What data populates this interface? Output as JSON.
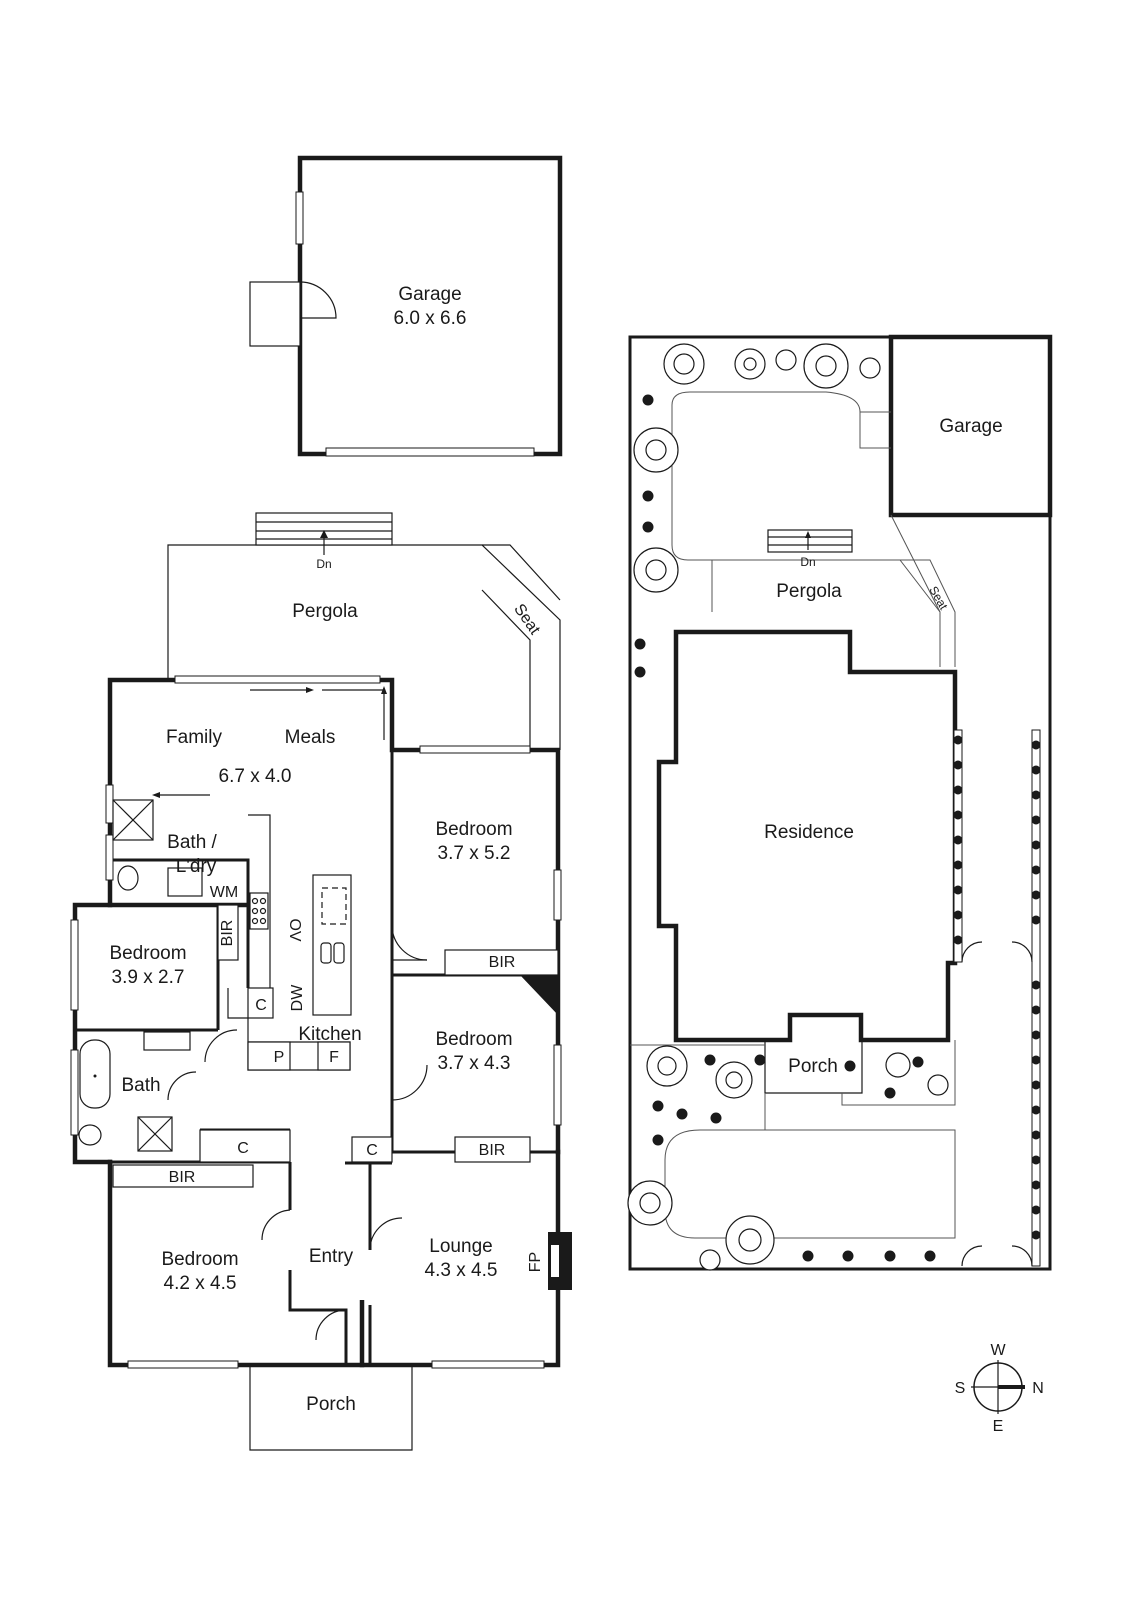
{
  "garage": {
    "name": "Garage",
    "size": "6.0 x 6.6"
  },
  "pergola": {
    "name": "Pergola",
    "dn": "Dn",
    "seat": "Seat"
  },
  "family": {
    "name": "Family",
    "meals": "Meals",
    "size": "6.7 x 4.0"
  },
  "bath_ldry": {
    "line1": "Bath /",
    "line2": "L'dry",
    "wm": "WM"
  },
  "bedroom_ne": {
    "name": "Bedroom",
    "size": "3.7 x 5.2"
  },
  "bedroom_nw": {
    "name": "Bedroom",
    "size": "3.9 x 2.7"
  },
  "bedroom_e": {
    "name": "Bedroom",
    "size": "3.7 x 4.3"
  },
  "bedroom_sw": {
    "name": "Bedroom",
    "size": "4.2 x 4.5"
  },
  "lounge": {
    "name": "Lounge",
    "size": "4.3 x 4.5",
    "fp": "FP"
  },
  "kitchen": {
    "name": "Kitchen",
    "ov": "OV",
    "dw": "DW",
    "p": "P",
    "f": "F"
  },
  "bath": {
    "name": "Bath"
  },
  "entry": {
    "name": "Entry"
  },
  "porch": {
    "name": "Porch"
  },
  "bir": "BIR",
  "cupboard": "C",
  "site": {
    "garage": "Garage",
    "pergola": "Pergola",
    "dn": "Dn",
    "seat": "Seat",
    "residence": "Residence",
    "porch": "Porch"
  },
  "compass": {
    "w": "W",
    "s": "S",
    "n": "N",
    "e": "E"
  }
}
